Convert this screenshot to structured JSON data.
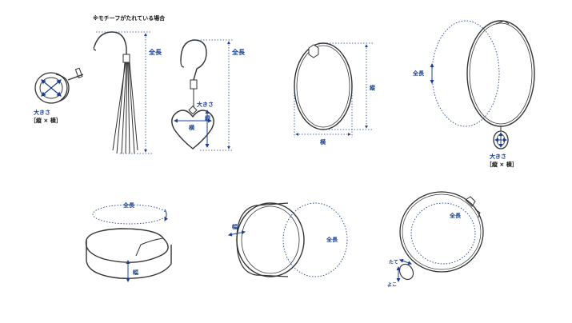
{
  "note": "※モチーフがたれている場合",
  "labels": {
    "total_length": "全長",
    "size_main": "大きさ",
    "size_dims": "［縦 × 横］",
    "vertical": "縦",
    "horizontal": "横",
    "width": "幅",
    "tate": "たて",
    "yoko": "よこ"
  },
  "colors": {
    "line": "#333333",
    "dimension": "#1b3f8f"
  }
}
